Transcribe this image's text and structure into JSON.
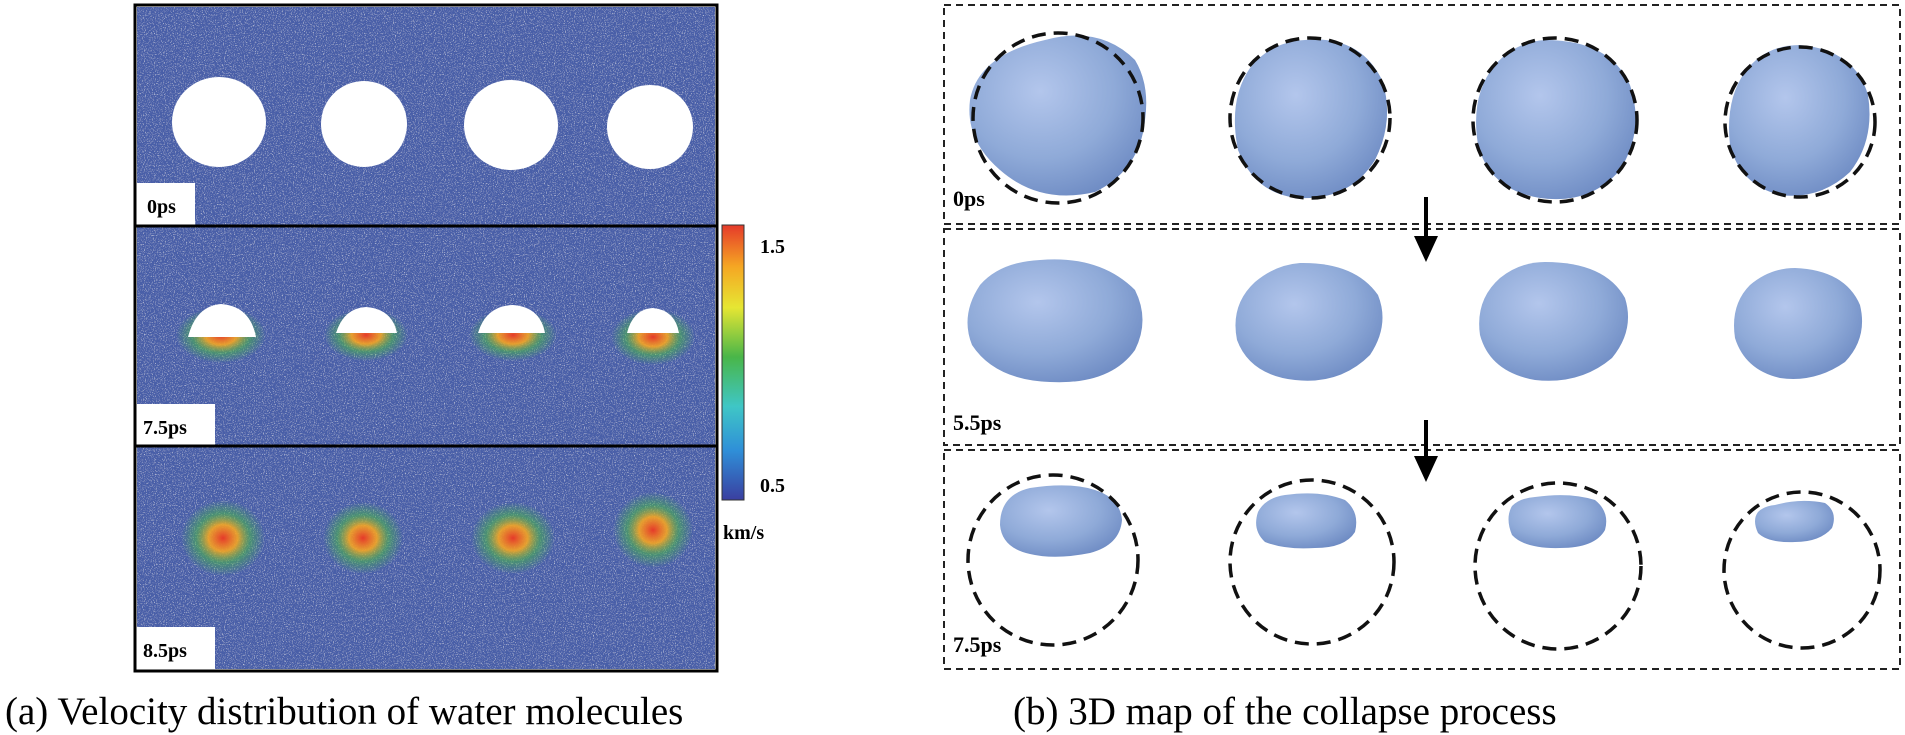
{
  "panel_a": {
    "frames": [
      {
        "time": "0ps"
      },
      {
        "time": "7.5ps"
      },
      {
        "time": "8.5ps"
      }
    ],
    "colorbar": {
      "max_label": "1.5",
      "min_label": "0.5",
      "unit": "km/s",
      "colors": [
        "#3a3fa0",
        "#2f8fd8",
        "#3fc6c6",
        "#49b649",
        "#e6e633",
        "#f5a623",
        "#e53a2a"
      ]
    },
    "caption": "(a) Velocity distribution of water molecules"
  },
  "panel_b": {
    "frames": [
      {
        "time": "0ps"
      },
      {
        "time": "5.5ps"
      },
      {
        "time": "7.5ps"
      }
    ],
    "caption": "(b) 3D map of the collapse process",
    "bubble_color": "#8faad8"
  },
  "colors": {
    "water_base": "#4a5ea8",
    "bubble_fill": "#8faad8",
    "bubble_stroke": "#6f8cc4"
  }
}
